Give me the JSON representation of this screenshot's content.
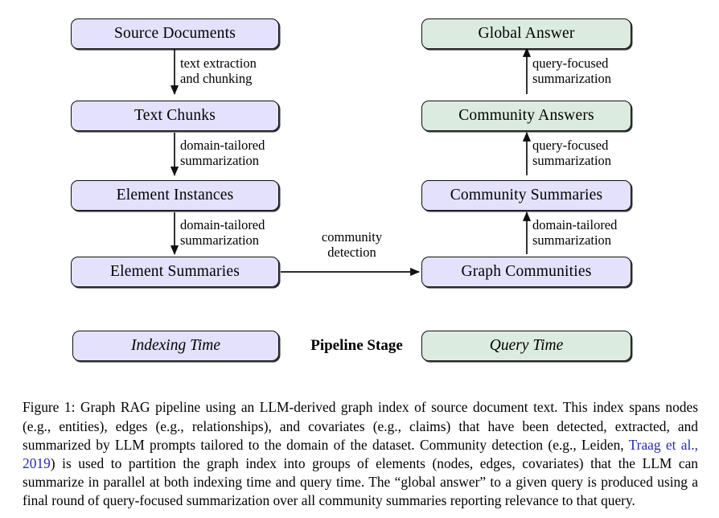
{
  "figure": {
    "indexing_nodes": [
      {
        "id": "source-documents",
        "label": "Source Documents"
      },
      {
        "id": "text-chunks",
        "label": "Text Chunks"
      },
      {
        "id": "element-instances",
        "label": "Element Instances"
      },
      {
        "id": "element-summaries",
        "label": "Element Summaries"
      },
      {
        "id": "graph-communities",
        "label": "Graph Communities"
      },
      {
        "id": "community-summaries",
        "label": "Community Summaries"
      }
    ],
    "query_nodes": [
      {
        "id": "global-answer",
        "label": "Global Answer"
      },
      {
        "id": "community-answers",
        "label": "Community Answers"
      }
    ],
    "edges": [
      {
        "id": "text-extraction-and-chunking",
        "line1": "text extraction",
        "line2": "and chunking"
      },
      {
        "id": "domain-tailored-summarization-1",
        "line1": "domain-tailored",
        "line2": "summarization"
      },
      {
        "id": "domain-tailored-summarization-2",
        "line1": "domain-tailored",
        "line2": "summarization"
      },
      {
        "id": "community-detection",
        "line1": "community",
        "line2": "detection"
      },
      {
        "id": "domain-tailored-summarization-3",
        "line1": "domain-tailored",
        "line2": "summarization"
      },
      {
        "id": "query-focused-summarization-1",
        "line1": "query-focused",
        "line2": "summarization"
      },
      {
        "id": "query-focused-summarization-2",
        "line1": "query-focused",
        "line2": "summarization"
      }
    ],
    "legend": {
      "indexing_label": "Indexing Time",
      "title": "Pipeline Stage",
      "query_label": "Query Time"
    },
    "colors": {
      "indexing_fill": "#e3e1fb",
      "query_fill": "#dcebdf",
      "stroke": "#101010",
      "citation_link": "#2a2ab0"
    }
  },
  "caption": {
    "prefix": "Figure 1: ",
    "part1": "Graph RAG pipeline using an LLM-derived graph index of source document text. This index spans nodes (e.g., entities), edges (e.g., relationships), and covariates (e.g., claims) that have been detected, extracted, and summarized by LLM prompts tailored to the domain of the dataset. Community detection (e.g., Leiden, ",
    "citation": "Traag et al., 2019",
    "part2": ") is used to partition the graph index into groups of elements (nodes, edges, covariates) that the LLM can summarize in parallel at both indexing time and query time. The “global answer” to a given query is produced using a final round of query-focused summarization over all community summaries reporting relevance to that query."
  }
}
